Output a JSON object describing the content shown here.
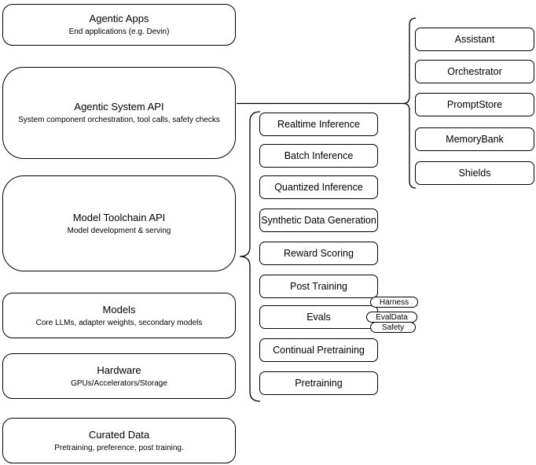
{
  "colors": {
    "stroke": "#000000",
    "background": "#ffffff",
    "text": "#000000"
  },
  "stack": [
    {
      "title": "Agentic Apps",
      "subtitle": "End applications (e.g. Devin)"
    },
    {
      "title": "Agentic System API",
      "subtitle": "System component orchestration, tool calls, safety checks"
    },
    {
      "title": "Model Toolchain API",
      "subtitle": "Model development & serving"
    },
    {
      "title": "Models",
      "subtitle": "Core LLMs, adapter weights, secondary models"
    },
    {
      "title": "Hardware",
      "subtitle": "GPUs/Accelerators/Storage"
    },
    {
      "title": "Curated Data",
      "subtitle": "Pretraining, preference, post training."
    }
  ],
  "toolchain": {
    "items": [
      "Realtime Inference",
      "Batch Inference",
      "Quantized Inference",
      "Synthetic Data Generation",
      "Reward Scoring",
      "Post Training",
      "Evals",
      "Continual Pretraining",
      "Pretraining"
    ]
  },
  "system": {
    "items": [
      "Assistant",
      "Orchestrator",
      "PromptStore",
      "MemoryBank",
      "Shields"
    ]
  },
  "evals_tags": [
    "Harness",
    "EvalData",
    "Safety"
  ]
}
